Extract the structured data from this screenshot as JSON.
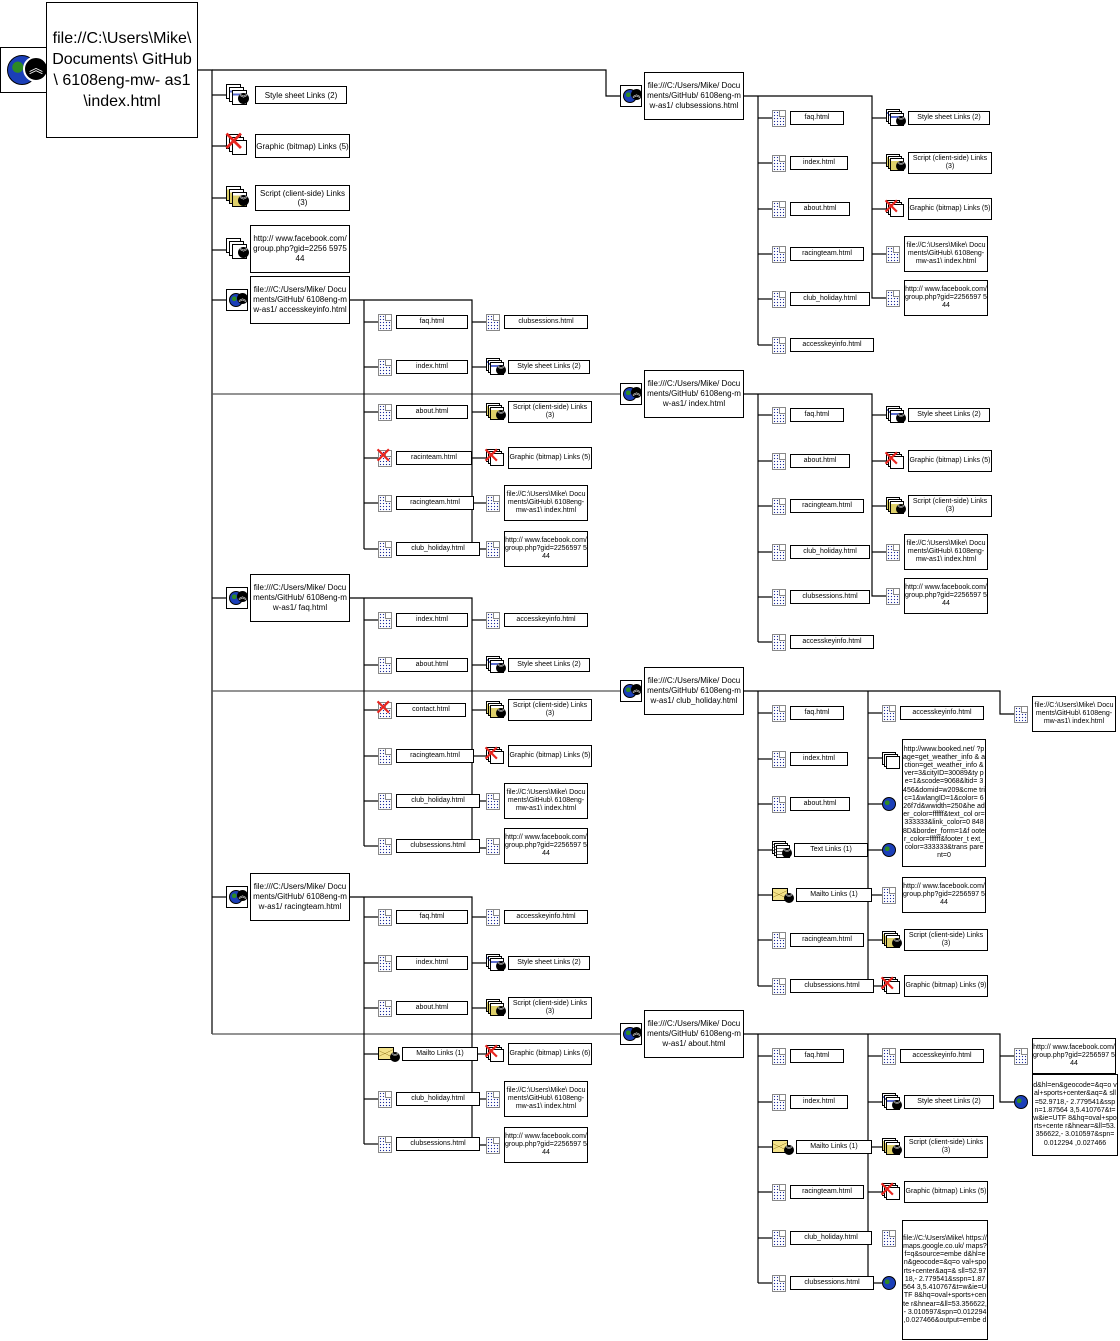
{
  "root": {
    "label": "file://C:\\Users\\Mike\\ Documents\\ GitHub\\ 6108eng-mw- as1\\index.html"
  },
  "page_nodes": [
    {
      "id": "clubsessions",
      "label": "file:///C:/Users/Mike/ Documents/GitHub/ 6108eng-mw-as1/ clubsessions.html"
    },
    {
      "id": "accesskeyinfo",
      "label": "file:///C:/Users/Mike/ Documents/GitHub/ 6108eng-mw-as1/ accesskeyinfo.html"
    },
    {
      "id": "index2",
      "label": "file:///C:/Users/Mike/ Documents/GitHub/ 6108eng-mw-as1/ index.html"
    },
    {
      "id": "faq",
      "label": "file:///C:/Users/Mike/ Documents/GitHub/ 6108eng-mw-as1/ faq.html"
    },
    {
      "id": "club_holiday",
      "label": "file:///C:/Users/Mike/ Documents/GitHub/ 6108eng-mw-as1/ club_holiday.html"
    },
    {
      "id": "racingteam",
      "label": "file:///C:/Users/Mike/ Documents/GitHub/ 6108eng-mw-as1/ racingteam.html"
    },
    {
      "id": "about",
      "label": "file:///C:/Users/Mike/ Documents/GitHub/ 6108eng-mw-as1/ about.html"
    }
  ],
  "labels": {
    "style_sheet_links_2": "Style sheet Links (2)",
    "graphic_bitmap_links_5": "Graphic (bitmap) Links (5)",
    "graphic_bitmap_links_6": "Graphic (bitmap) Links (6)",
    "graphic_bitmap_links_9": "Graphic (bitmap) Links (9)",
    "script_links_3": "Script (client-side) Links (3)",
    "facebook_short": "http:// www.facebook.com/ group.php?gid=2256 597544",
    "facebook": "http:// www.facebook.com/ group.php?gid=2256597 544",
    "file_index_backslash": "file://C:\\Users\\Mike\\ Documents\\GitHub\\ 6108eng-mw-as1\\ index.html",
    "faq": "faq.html",
    "index": "index.html",
    "about": "about.html",
    "racinteam": "racinteam.html",
    "racingteam": "racingteam.html",
    "club_holiday": "club_holiday.html",
    "clubsessions": "clubsessions.html",
    "accesskeyinfo": "accesskeyinfo.html",
    "contact": "contact.html",
    "mailto_links_1": "Mailto Links (1)",
    "text_links_1": "Text Links (1)",
    "booked_url": "http://www.booked.net/ ?page=get_weather_info & action=get_weather_info &ver=3&cityID=30089&ty pe=1&scode=9068&ltid= 3456&domid=w209&cme tric=1&wlangID=1&color= 626f7d&wwidth=250&he ader_color=ffffff&text_col or=333333&link_color=0 8488D&border_form=1&f ooter_color=ffffff&footer_t ext_color=333333&trans parent=0",
    "maps_url_full": "file://C:\\Users\\Mike\\ https:// maps.google.co.uk/ maps?f=q&source=embe d&hl=en&geocode=&q=o val+sports+center&aq=& sll=52.9718,- 2.779541&sspn=1.87564 3,5.410767&t=w&ie=UTF 8&hq=oval+sports+cente r&hnear=&ll=53.356622,- 3.010597&spn=0.012294 ,0.027466&output=embe d",
    "maps_url_fragment": "d&hl=en&geocode=&q=o val+sports+center&aq=& sll=52.9718,- 2.779541&sspn=1.87564 3,5.410767&t=w&ie=UTF 8&hq=oval+sports+cente r&hnear=&ll=53.356622,- 3.010597&spn=0.012294 ,0.027466",
    "facebook_gid_short": "http:// www.facebook.com/ group.php?gid=2256597 544"
  },
  "colors": {
    "link_line": "#000000",
    "cross_link_line": "#555555",
    "broken_mark": "#e8251f",
    "page_dot": "#1c2a9a"
  },
  "icons": [
    "globe-icon",
    "up-arrow-icon",
    "down-arrow-icon",
    "page-icon",
    "broken-link-icon",
    "stylesheet-icon",
    "script-icon",
    "image-icon",
    "mail-icon",
    "text-icon"
  ]
}
